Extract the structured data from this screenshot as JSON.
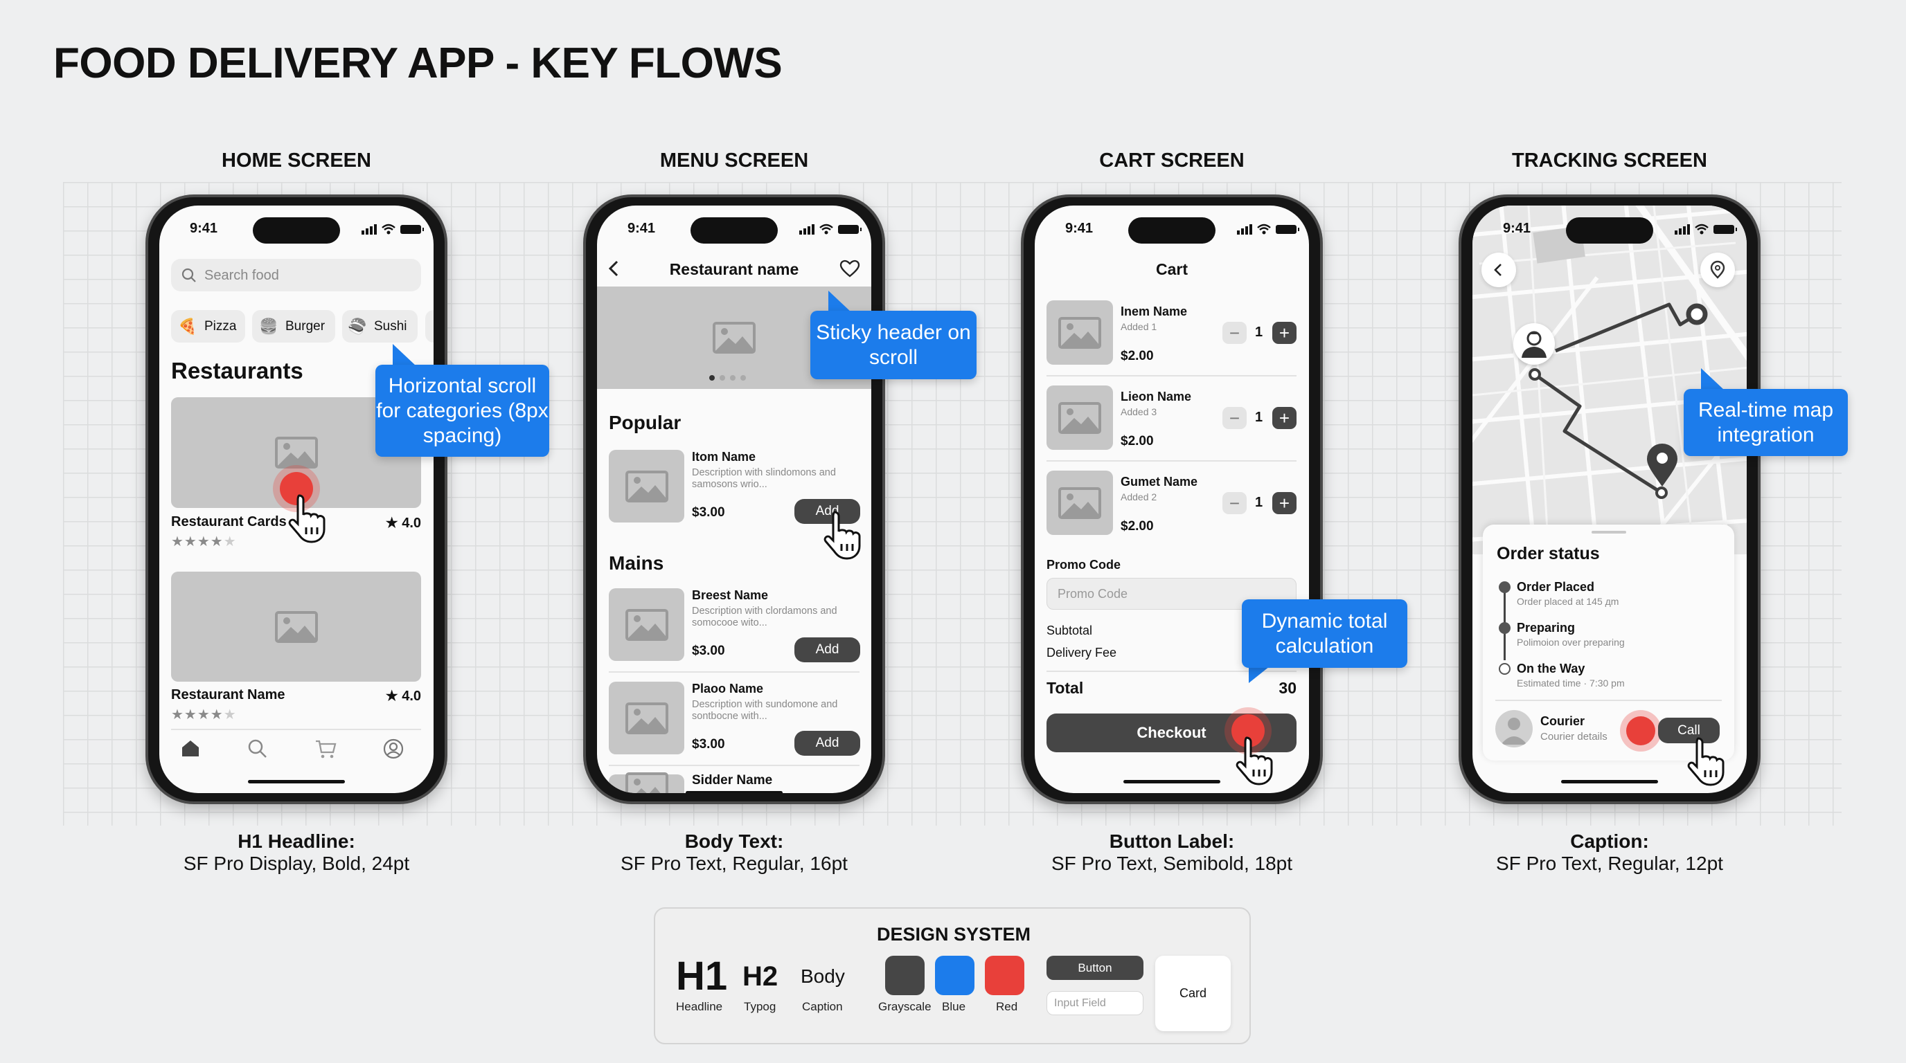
{
  "title": "FOOD DELIVERY APP - KEY FLOWS",
  "colors": {
    "grayscale": "#464646",
    "blue": "#1c7ceb",
    "red": "#e8403a"
  },
  "status_time": "9:41",
  "screens": [
    {
      "label": "HOME SCREEN",
      "caption_title": "H1 Headline:",
      "caption_text": "SF Pro Display, Bold, 24pt"
    },
    {
      "label": "MENU SCREEN",
      "caption_title": "Body Text:",
      "caption_text": "SF Pro Text, Regular, 16pt"
    },
    {
      "label": "CART SCREEN",
      "caption_title": "Button Label:",
      "caption_text": "SF Pro Text, Semibold, 18pt"
    },
    {
      "label": "TRACKING SCREEN",
      "caption_title": "Caption:",
      "caption_text": "SF Pro Text, Regular, 12pt"
    }
  ],
  "home": {
    "search_placeholder": "Search food",
    "categories": [
      {
        "label": "Pizza",
        "icon": "pizza-icon"
      },
      {
        "label": "Burger",
        "icon": "burger-icon"
      },
      {
        "label": "Sushi",
        "icon": "sushi-icon"
      }
    ],
    "section_title": "Restaurants",
    "restaurants": [
      {
        "name": "Restaurant Cards",
        "rating": "★ 4.0",
        "stars": 4
      },
      {
        "name": "Restaurant Name",
        "rating": "★ 4.0",
        "stars": 4
      }
    ],
    "tabs": [
      "home-icon",
      "search-icon",
      "cart-icon",
      "profile-icon"
    ],
    "callout": "Horizontal scroll for categories (8px spacing)"
  },
  "menu": {
    "header_title": "Restaurant name",
    "carousel": {
      "pages": 4,
      "active": 1
    },
    "sections": [
      "Popular",
      "Mains"
    ],
    "items": [
      {
        "name": "Itom Name",
        "desc1": "Description with slindomons and",
        "desc2": "samosons wrio...",
        "price": "$3.00",
        "button": "Add"
      },
      {
        "name": "Breest Name",
        "desc1": "Description with clordamons and",
        "desc2": "somocooe wito...",
        "price": "$3.00",
        "button": "Add"
      },
      {
        "name": "Plaoo Name",
        "desc1": "Description with sundomone and",
        "desc2": "sontbocne with...",
        "price": "$3.00",
        "button": "Add"
      },
      {
        "name": "Sidder Name"
      }
    ],
    "callout": "Sticky header on scroll"
  },
  "cart": {
    "title": "Cart",
    "items": [
      {
        "name": "Inem Name",
        "added": "Added 1",
        "price": "$2.00",
        "qty": "1"
      },
      {
        "name": "Lieon Name",
        "added": "Added 3",
        "price": "$2.00",
        "qty": "1"
      },
      {
        "name": "Gumet Name",
        "added": "Added 2",
        "price": "$2.00",
        "qty": "1"
      }
    ],
    "promo_label": "Promo Code",
    "promo_placeholder": "Promo Code",
    "subtotal_label": "Subtotal",
    "delivery_label": "Delivery Fee",
    "total_label": "Total",
    "total_value": "30",
    "checkout": "Checkout",
    "callout": "Dynamic total calculation"
  },
  "tracking": {
    "sheet_title": "Order status",
    "steps": [
      {
        "title": "Order Placed",
        "sub": "Order placed at 145 дm",
        "done": true
      },
      {
        "title": "Preparing",
        "sub": "Polimoion over preparing",
        "done": true
      },
      {
        "title": "On the Way",
        "sub": "Estimated time · 7:30 pm",
        "done": false
      }
    ],
    "courier_name": "Courier",
    "courier_sub": "Courier details",
    "call": "Call",
    "callout": "Real-time map integration"
  },
  "design_system": {
    "title": "DESIGN SYSTEM",
    "type": [
      {
        "sample": "H1",
        "label": "Headline"
      },
      {
        "sample": "H2",
        "label": "Typog"
      },
      {
        "sample": "Body",
        "label": "Caption"
      }
    ],
    "swatches": [
      {
        "label": "Grayscale",
        "color": "#464646"
      },
      {
        "label": "Blue",
        "color": "#1c7ceb"
      },
      {
        "label": "Red",
        "color": "#e8403a"
      }
    ],
    "button": "Button",
    "input_placeholder": "Input Field",
    "card": "Card"
  }
}
